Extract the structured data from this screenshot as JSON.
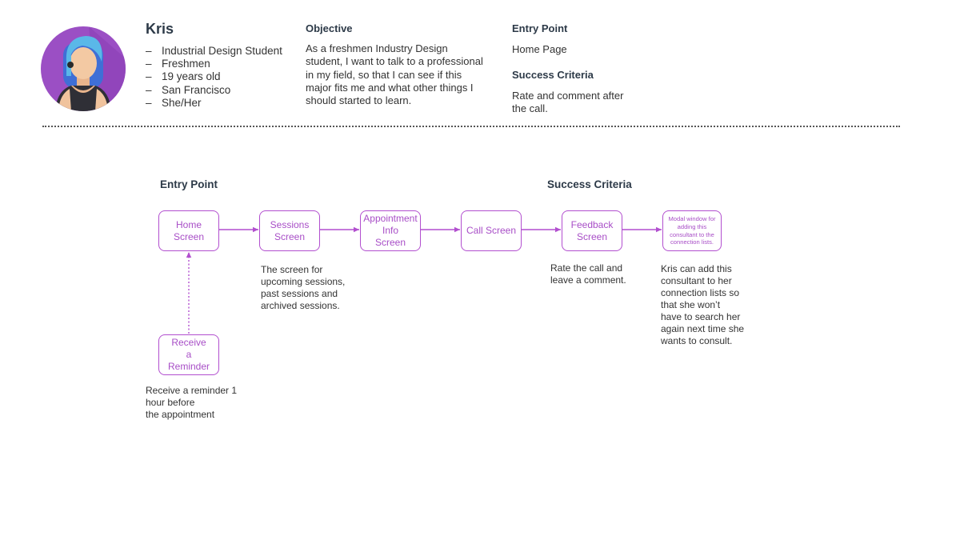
{
  "persona": {
    "name": "Kris",
    "avatar_icon": "female-student-avatar",
    "facts": [
      {
        "dash": "–",
        "text": "Industrial Design Student"
      },
      {
        "dash": "–",
        "text": "Freshmen"
      },
      {
        "dash": "–",
        "text": "19 years old"
      },
      {
        "dash": "–",
        "text": "San Francisco"
      },
      {
        "dash": "–",
        "text": "She/Her"
      }
    ]
  },
  "objective": {
    "label": "Objective",
    "lines": [
      "As a freshmen Industry Design",
      "student, I want to talk to a professional",
      "in my field, so that I can see if this",
      "major fits me and what other things I",
      "should started to learn."
    ]
  },
  "entry_point": {
    "label": "Entry Point",
    "value": "Home Page"
  },
  "success_criteria": {
    "label": "Success Criteria",
    "lines": [
      "Rate and comment after",
      "the call."
    ]
  },
  "flow": {
    "entry_heading": "Entry Point",
    "success_heading": "Success Criteria",
    "accent_color": "#b24fcf",
    "nodes": {
      "home": [
        "Home Screen"
      ],
      "sessions": [
        "Sessions",
        "Screen"
      ],
      "appointment": [
        "Appointment",
        "Info",
        "Screen"
      ],
      "call": [
        "Call Screen"
      ],
      "feedback": [
        "Feedback",
        "Screen"
      ],
      "modal": [
        "Modal window for",
        "adding this",
        "consultant to the",
        "connection lists."
      ],
      "reminder": [
        "Receive",
        "a",
        "Reminder"
      ]
    },
    "captions": {
      "sessions": [
        "The screen for",
        "upcoming sessions,",
        "past sessions and",
        "archived sessions."
      ],
      "feedback": [
        "Rate the call and",
        "leave a comment."
      ],
      "modal": [
        "Kris can add this",
        "consultant to her",
        "connection lists so",
        "that she won’t",
        "have to search her",
        "again next time she",
        "wants to consult."
      ],
      "reminder": [
        "Receive a reminder 1",
        "hour before",
        "the appointment"
      ]
    }
  }
}
